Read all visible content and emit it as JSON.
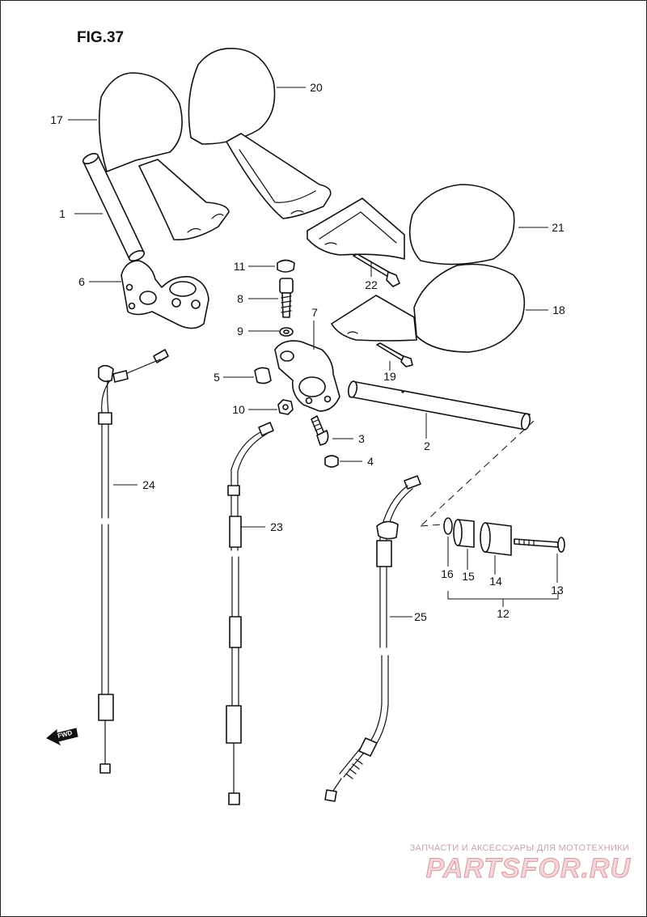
{
  "figure": {
    "title": "FIG.37"
  },
  "fwd_label": "FWD",
  "parts": [
    {
      "ref": "1"
    },
    {
      "ref": "2"
    },
    {
      "ref": "3"
    },
    {
      "ref": "4"
    },
    {
      "ref": "5"
    },
    {
      "ref": "6"
    },
    {
      "ref": "7"
    },
    {
      "ref": "8"
    },
    {
      "ref": "9"
    },
    {
      "ref": "10"
    },
    {
      "ref": "11"
    },
    {
      "ref": "12"
    },
    {
      "ref": "13"
    },
    {
      "ref": "14"
    },
    {
      "ref": "15"
    },
    {
      "ref": "16"
    },
    {
      "ref": "17"
    },
    {
      "ref": "18"
    },
    {
      "ref": "19"
    },
    {
      "ref": "20"
    },
    {
      "ref": "21"
    },
    {
      "ref": "22"
    },
    {
      "ref": "23"
    },
    {
      "ref": "24"
    },
    {
      "ref": "25"
    }
  ],
  "watermark": {
    "tagline": "ЗАПЧАСТИ И АКСЕССУАРЫ ДЛЯ МОТОТЕХНИКИ",
    "brand": "PARTSFOR.RU"
  }
}
